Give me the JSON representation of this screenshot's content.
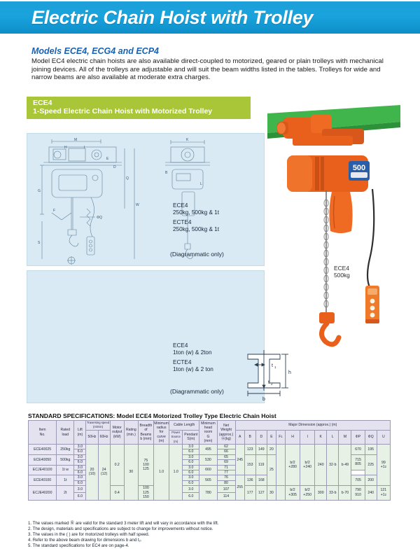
{
  "header": {
    "title": "Electric Chain Hoist with Trolley",
    "bar_color": "#1a9fd9"
  },
  "intro": {
    "models_heading": "Models ECE4, ECG4 and ECP4",
    "body": "Model EC4 electric chain hoists are also available direct-coupled to motorized, geared or plain trolleys with mechanical joining devices.   All of the trolleys are adjustable and will suit the beam widths listed in the tables.   Trolleys for wide and narrow beams are also available at moderate extra charges."
  },
  "section_banner": {
    "line1": "ECE4",
    "line2": "1-Speed Electric Chain Hoist with Motorized Trolley",
    "color": "#a8c637"
  },
  "diagram_top": {
    "model1": "ECE4",
    "capacity1": "250kg, 500kg & 1t",
    "model2": "ECTE4",
    "capacity2": "250kg, 500kg & 1t",
    "note": "(Diagrammatic only)"
  },
  "diagram_bottom": {
    "model1": "ECE4",
    "capacity1": "1ton (w) & 2ton",
    "model2": "ECTE4",
    "capacity2": "1ton (w) & 2 ton",
    "note": "(Diagrammatic only)"
  },
  "photo": {
    "model": "ECE4",
    "capacity": "500kg",
    "badge": "500",
    "beam_color": "#38b54a",
    "hoist_color": "#e8601c"
  },
  "beam_section": {
    "labels": [
      "b",
      "h",
      "t1",
      "t2"
    ]
  },
  "table": {
    "title": "STANDARD SPECIFICATIONS:  Model ECE4 Motorized Trolley  Type Electric Chain Hoist",
    "headers": {
      "item_no": "Item\nNo.",
      "rated_load": "Rated\nload",
      "lift": "Lift\n(m)",
      "traversing_speed": "Traversing speed\n(m/min)",
      "hz50": "50Hz",
      "hz60": "60Hz",
      "motor_output": "Motor\noutput\n(kW)",
      "rating": "Rating\n(min.)",
      "breadth_beams": "Breadth\nof\nBeams\nb (mm)",
      "min_radius": "Minimum\nradius for\ncurve\n(m)",
      "cable_length": "Cable  Length",
      "power_source": "Power\nSource\n(m)",
      "pendant": "Pendant\nS(m)",
      "min_head_room": "Minimum\nhead room\nG\n(mm)",
      "net_weight": "Net\nWeight\n(approx.)\nⒷ(kg)",
      "major_dimension": "Major Dimension (approx.) (m)",
      "dims": [
        "A",
        "B",
        "D",
        "E",
        "F1",
        "H",
        "I",
        "K",
        "L",
        "M",
        "ΦP",
        "ΦQ",
        "U"
      ]
    },
    "rows": [
      {
        "item_no": "ECE40025",
        "rated_load": "250kg",
        "lifts": [
          "3.0",
          "6.0"
        ],
        "hz50": "20",
        "hz50_sub": "(10)",
        "hz60": "24",
        "hz60_sub": "(12)",
        "motor_output": "0.2",
        "rating": "30",
        "breadth": "75 100 125",
        "min_radius": "1.0",
        "power_source": "1.0",
        "pendant": [
          "3.0",
          "6.0"
        ],
        "head_room": "495",
        "net_weight": [
          "62",
          "66"
        ],
        "A": "245",
        "B": "123",
        "D": "149",
        "E": "20",
        "F1": "",
        "H": "b/2 +280",
        "I": "b/2 +240",
        "K": "240",
        "L": "32·b",
        "M": "b·49",
        "P": "670",
        "Q": "195",
        "U": "99 +1₂"
      },
      {
        "item_no": "ECE40050",
        "rated_load": "500kg",
        "lifts": [
          "3.0",
          "6.0"
        ],
        "pendant": [
          "3.0",
          "6.0"
        ],
        "head_room": "530",
        "net_weight": [
          "65",
          "69"
        ],
        "B": "153",
        "D": "119",
        "E": "25",
        "P": "715 805",
        "Q": "225"
      },
      {
        "item_no": "ECJE40100",
        "rated_load": "1t w",
        "lifts": [
          "3.0",
          "6.0"
        ],
        "pendant": [
          "3.0",
          "6.0"
        ],
        "head_room": "660",
        "net_weight": [
          "71",
          "77"
        ]
      },
      {
        "item_no": "ECE40100",
        "rated_load": "1t",
        "lifts": [
          "3.0",
          "6.0"
        ],
        "pendant": [
          "3.0",
          "6.0"
        ],
        "head_room": "565",
        "net_weight": [
          "76",
          "80"
        ],
        "A": "255",
        "B": "136",
        "D": "168",
        "P": "705",
        "Q": "200"
      },
      {
        "item_no": "ECJE40200",
        "rated_load": "2t",
        "lifts": [
          "3.0",
          "6.0"
        ],
        "motor_output": "0.4",
        "breadth": "100 125 150",
        "pendant": [
          "3.0",
          "6.0"
        ],
        "head_room": "780",
        "net_weight": [
          "107",
          "114"
        ],
        "B": "177",
        "D": "127",
        "E": "30",
        "H": "b/2 +305",
        "I": "b/2 +250",
        "K": "300",
        "L": "33·b",
        "M": "b·70",
        "P": "790 910",
        "Q": "240",
        "U": "121 +1₂"
      }
    ]
  },
  "notes": [
    "1. The values marked Ⓑ are valid for the standard 3 meter lift and will vary in accordance with the lift.",
    "2. The design, materials and specifications are subject to change for improvements without notice.",
    "3. The values in the  (  ) are for motorized trolleys with half speed.",
    "4. Refer to the above beam drawing for dimensions b and t₂.",
    "5. The standard specifications for EC4 are on page-4."
  ]
}
